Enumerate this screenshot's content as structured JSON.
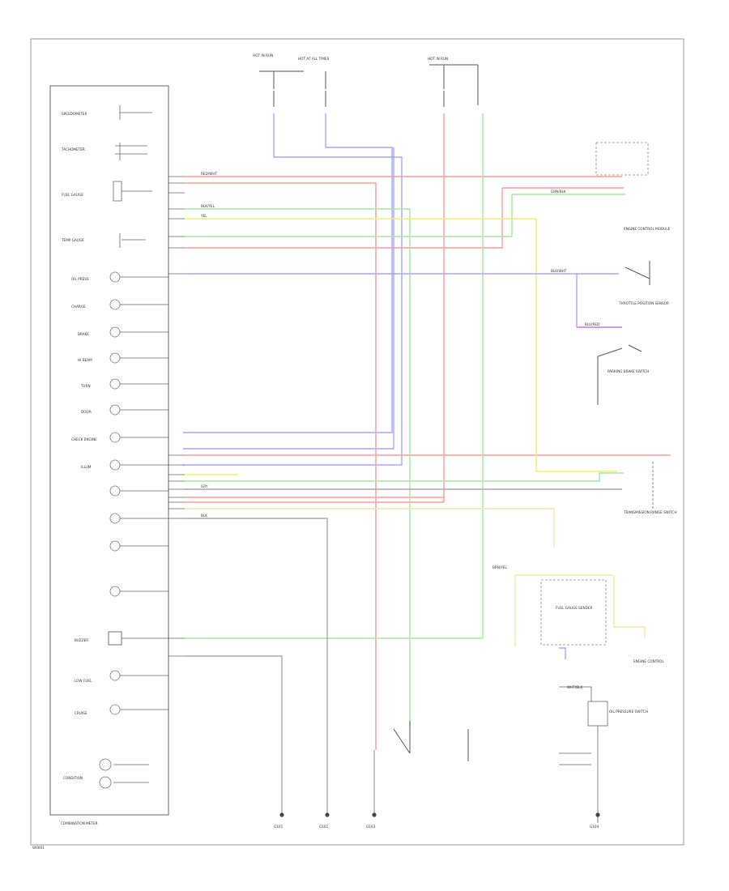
{
  "diagram": {
    "cluster_title": "COMBINATION METER",
    "figure_code": "W0001",
    "cluster_items": [
      "SPEEDOMETER",
      "TACHOMETER",
      "FUEL GAUGE",
      "TEMP GAUGE",
      "OIL PRESS",
      "CHARGE",
      "BRAKE",
      "HI BEAM",
      "TURN",
      "DOOR",
      "CHECK ENGINE",
      "ILLUM",
      "BUZZER",
      "LOW FUEL",
      "CRUISE",
      "CONDITION"
    ],
    "top_labels": [
      "HOT IN RUN",
      "HOT AT ALL TIMES",
      "HOT IN RUN"
    ],
    "right_components": [
      "ENGINE CONTROL MODULE",
      "THROTTLE POSITION SENSOR",
      "PARKING BRAKE SWITCH",
      "TRANSMISSION RANGE SWITCH",
      "FUEL GAUGE SENDER",
      "ENGINE CONTROL",
      "OIL PRESSURE SWITCH"
    ],
    "bottom_components": [
      "G101",
      "G102",
      "G103",
      "G104"
    ],
    "wire_labels": [
      "RED/WHT",
      "BLK/YEL",
      "GRN/BLK",
      "YEL",
      "BLU/WHT",
      "BLU/RED",
      "GRY",
      "BRN/YEL",
      "BLK",
      "WHT/BLK"
    ],
    "colors": {
      "red": "#ff9a9a",
      "green": "#a6e6a0",
      "yellow": "#f2ef66",
      "blue": "#a6a6ff",
      "grey": "#a8a8a8",
      "purple": "#c07ad6",
      "pale_yellow": "#efe6a8"
    }
  }
}
